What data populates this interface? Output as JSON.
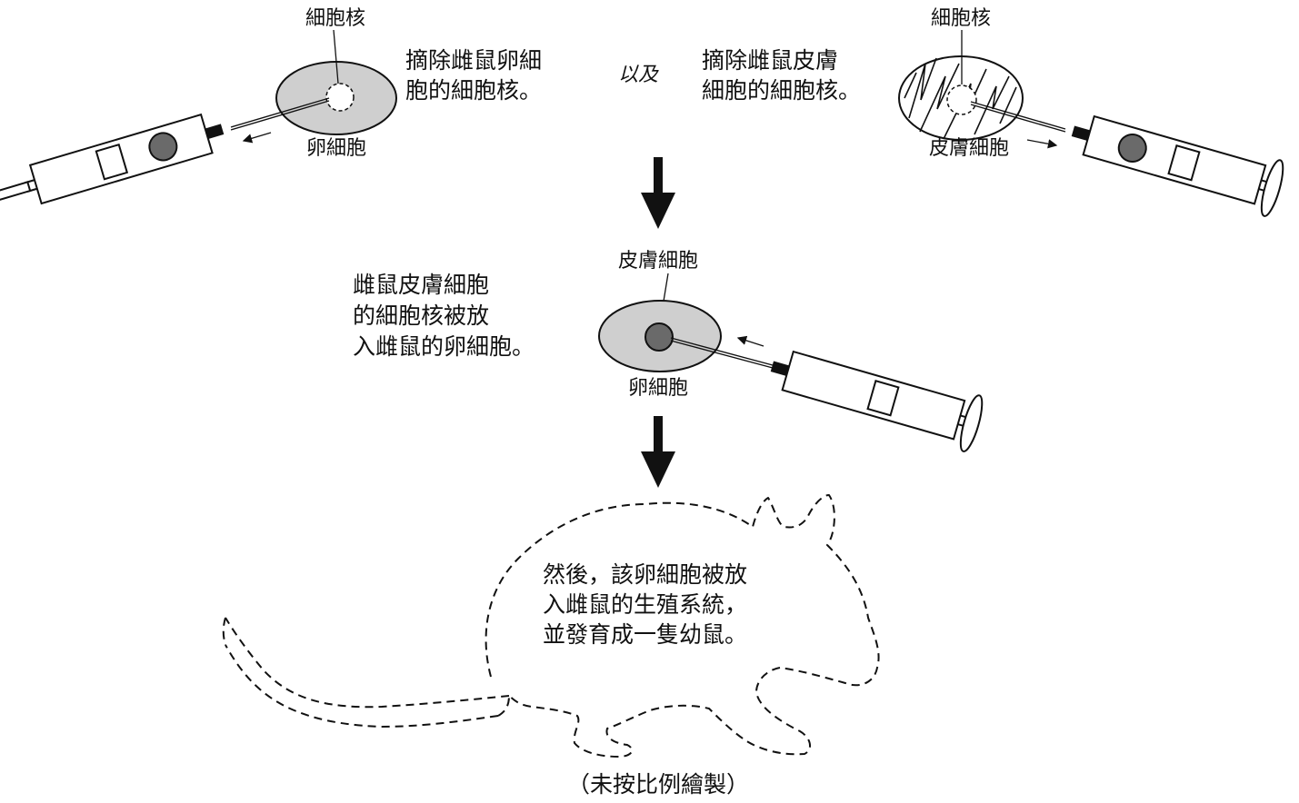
{
  "top_left": {
    "nucleus_label": "細胞核",
    "egg_label": "卵細胞",
    "step_text": [
      "摘除雌鼠卵細",
      "胞的細胞核。"
    ]
  },
  "connector": "以及",
  "top_right": {
    "nucleus_label": "細胞核",
    "skin_label": "皮膚細胞",
    "step_text": [
      "摘除雌鼠皮膚",
      "細胞的細胞核。"
    ]
  },
  "middle": {
    "skin_nucleus_label": "皮膚細胞",
    "egg_label": "卵細胞",
    "step_text": [
      "雌鼠皮膚細胞",
      "的細胞核被放",
      "入雌鼠的卵細胞。"
    ]
  },
  "bottom": {
    "step_text": [
      "然後，該卵細胞被放",
      "入雌鼠的生殖系統，",
      "並發育成一隻幼鼠。"
    ]
  },
  "footnote": "（未按比例繪製）",
  "colors": {
    "cell_fill": "#cfcfcf",
    "nucleus_fill": "#6a6a6a",
    "ink": "#111111"
  }
}
